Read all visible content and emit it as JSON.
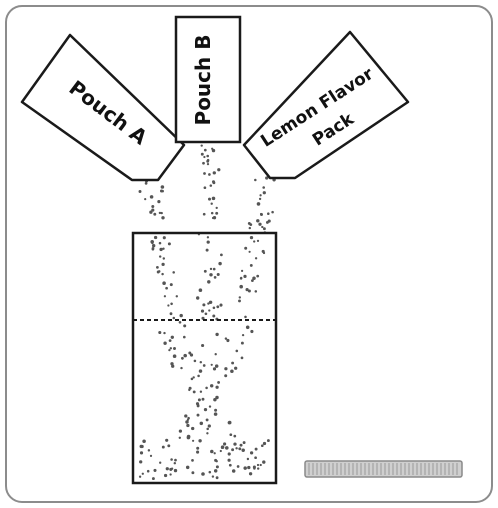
{
  "labels": {
    "pouch_a": "Pouch A",
    "pouch_b": "Pouch B",
    "lemon_line1": "Lemon Flavor",
    "lemon_line2": "Pack"
  },
  "colors": {
    "stroke": "#1a1a1a",
    "frame": "#8c8c8c",
    "dot": "#555555",
    "scale_fill": "#cfcfcf"
  }
}
